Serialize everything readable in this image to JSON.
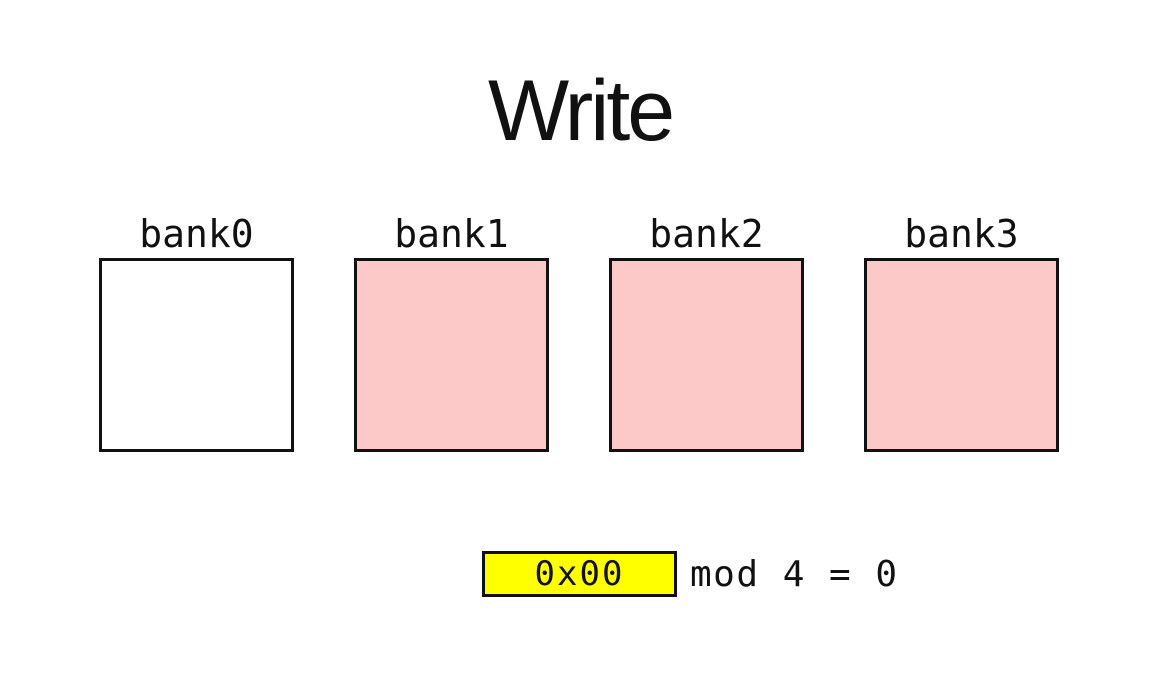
{
  "title": "Write",
  "colors": {
    "background": "#ffffff",
    "box_border": "#111111",
    "bank_highlight_fill": "#ffffff",
    "bank_default_fill": "#fcc8c8",
    "address_fill": "#ffff00",
    "text": "#111111"
  },
  "banks": [
    {
      "label": "bank0",
      "fill": "#ffffff",
      "highlighted": true
    },
    {
      "label": "bank1",
      "fill": "#fcc8c8",
      "highlighted": false
    },
    {
      "label": "bank2",
      "fill": "#fcc8c8",
      "highlighted": false
    },
    {
      "label": "bank3",
      "fill": "#fcc8c8",
      "highlighted": false
    }
  ],
  "address": {
    "value": "0x00"
  },
  "equation": {
    "text": "mod 4 = 0"
  }
}
